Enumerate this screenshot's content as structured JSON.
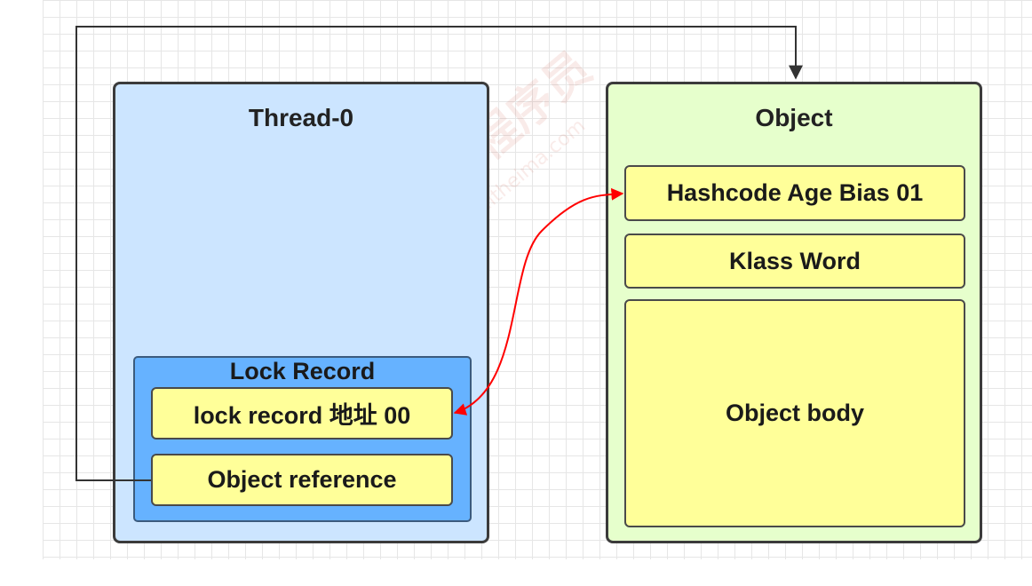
{
  "thread": {
    "title": "Thread-0"
  },
  "lock_record": {
    "title": "Lock Record",
    "address_cell": "lock  record 地址 00",
    "reference_cell": "Object reference"
  },
  "object": {
    "title": "Object",
    "header_cell": "Hashcode Age Bias 01",
    "klass_cell": "Klass Word",
    "body_cell": "Object body"
  },
  "watermark": {
    "brand": "黑马程序员",
    "site": "www.itheima.com"
  },
  "colors": {
    "thread_fill": "#cce5ff",
    "object_fill": "#e6ffcc",
    "lock_record_fill": "#66b2ff",
    "cell_fill": "#ffff99",
    "swap_arrow": "#ff0000",
    "connector": "#333333"
  }
}
